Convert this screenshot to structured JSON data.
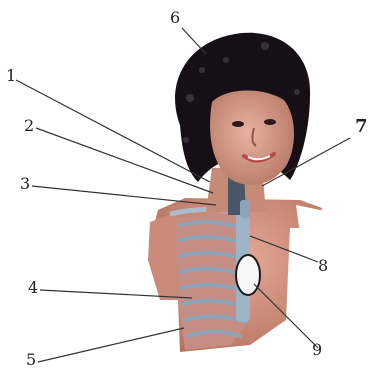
{
  "labels": {
    "l1": "1",
    "l2": "2",
    "l3": "3",
    "l4": "4",
    "l5": "5",
    "l6": "6",
    "l7": "7",
    "l8": "8",
    "l9": "9"
  },
  "colors": {
    "hair": "#161016",
    "skin": "#d49682",
    "skin_shadow": "#b87466",
    "lips": "#b84a4a",
    "ribs": "#8fa3b8",
    "torso_cut": "#c98a7a",
    "heart_outline": "#1a1a1a",
    "leader_lines": "#333333"
  }
}
